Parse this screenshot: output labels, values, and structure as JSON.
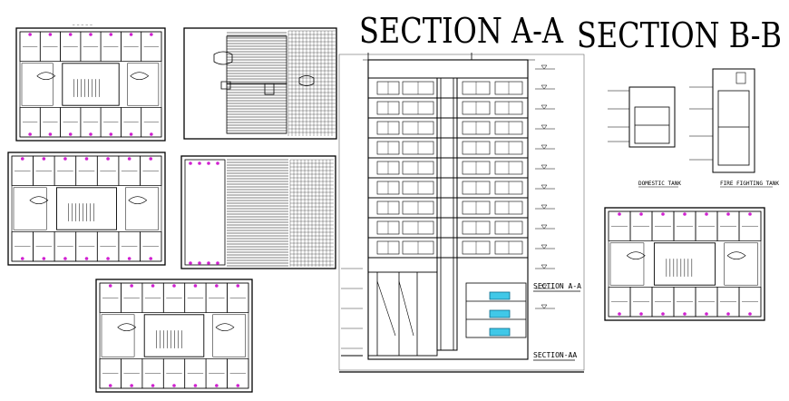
{
  "titles": {
    "section_a": "SECTION A-A",
    "section_b": "SECTION B-B"
  },
  "labels": {
    "section_a_small": "SECTION A-A",
    "section_aa_bottom": "SECTION-AA",
    "domestic_tank": "DOMESTIC TANK",
    "fire_fighting_tank": "FIRE FIGHTING TANK"
  },
  "colors": {
    "line": "#000000",
    "marker": "#d020d0",
    "water": "#40c8e8"
  }
}
